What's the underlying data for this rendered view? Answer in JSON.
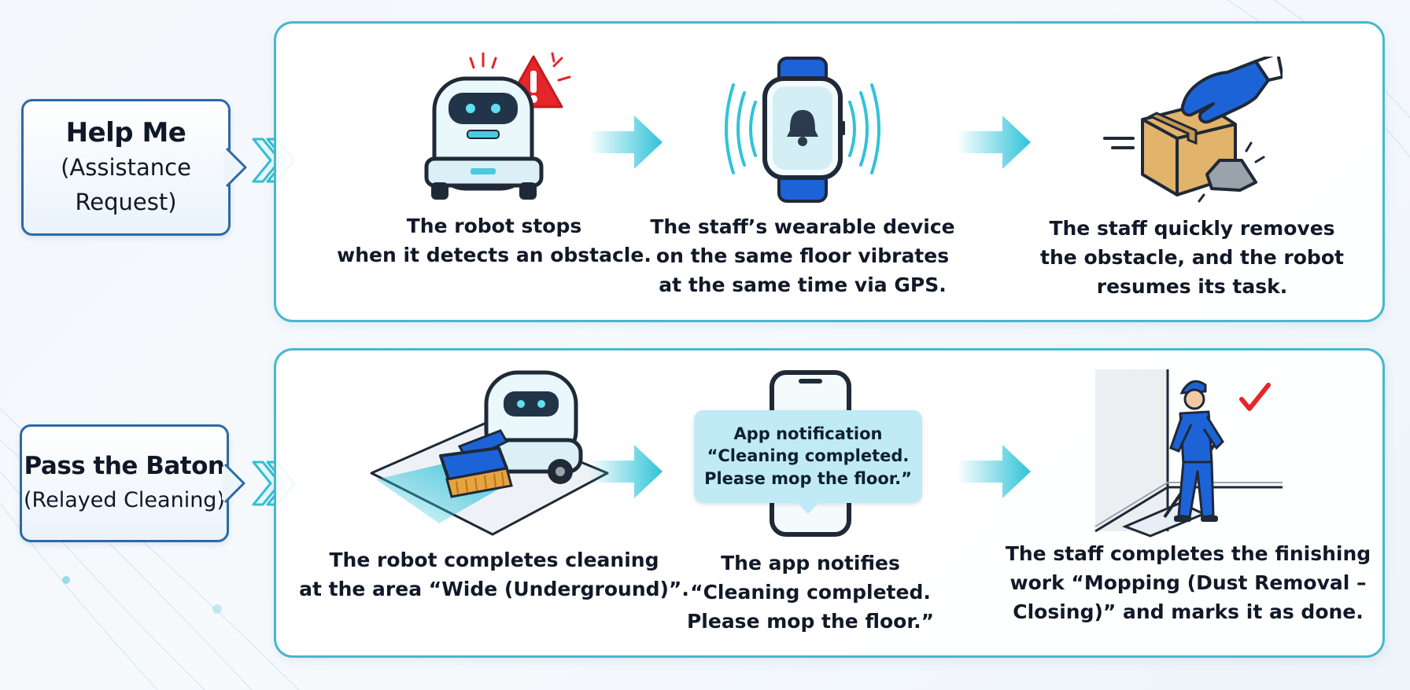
{
  "rows": [
    {
      "label_title": "Help Me",
      "label_sub": "(Assistance\nRequest)",
      "steps": [
        {
          "icon": "robot-warning-icon",
          "caption": "The robot stops\nwhen it detects an obstacle."
        },
        {
          "icon": "smartwatch-bell-icon",
          "caption": "The staff’s wearable device\non the same floor vibrates\nat the same time via GPS."
        },
        {
          "icon": "hand-remove-box-icon",
          "caption": "The staff quickly removes\nthe obstacle, and the robot\nresumes its task."
        }
      ]
    },
    {
      "label_title": "Pass the Baton",
      "label_sub": "(Relayed Cleaning)",
      "steps": [
        {
          "icon": "robot-cleaning-icon",
          "caption": "The robot completes cleaning\nat the area “Wide (Underground)”."
        },
        {
          "icon": "smartphone-notification-icon",
          "caption": "The app notifies\n“Cleaning completed.\nPlease mop the floor.”"
        },
        {
          "icon": "staff-mopping-icon",
          "caption": "The staff completes the finishing\nwork “Mopping (Dust Removal –\nClosing)” and marks it as done."
        }
      ]
    }
  ],
  "notification": {
    "title": "App notification",
    "body": "“Cleaning completed.\nPlease mop the floor.”"
  },
  "colors": {
    "panel_border": "#47b8cc",
    "label_border": "#2c6aa3",
    "arrow": "#2fc3d8",
    "device_blue": "#1d63d8",
    "alert_red": "#e5252a"
  }
}
